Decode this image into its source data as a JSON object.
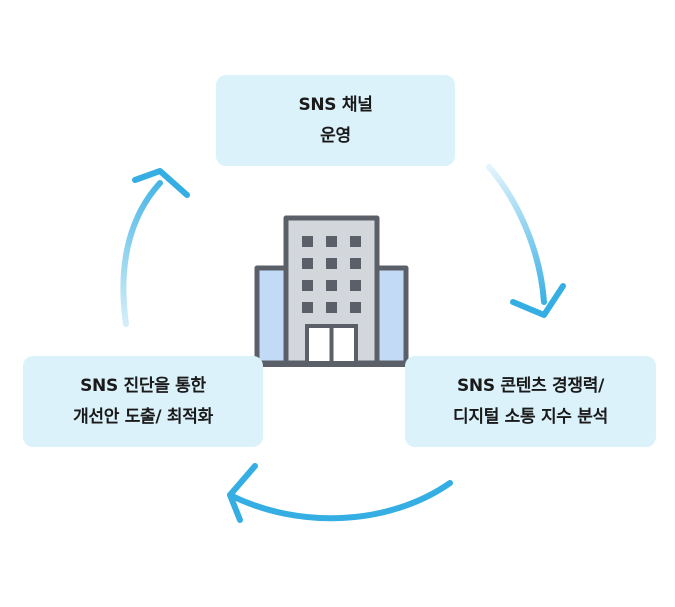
{
  "cycle": {
    "steps": [
      {
        "line1": "SNS 채널",
        "line2": "운영"
      },
      {
        "line1": "SNS 콘텐츠 경쟁력/",
        "line2": "디지털 소통 지수 분석"
      },
      {
        "line1": "SNS 진단을 통한",
        "line2": "개선안 도출/ 최적화"
      }
    ],
    "center_icon": "office-building-icon"
  },
  "colors": {
    "box_fill": "#dcf2fb",
    "arrow_strong": "#35aee3",
    "arrow_light": "#d4eef9",
    "building_outline": "#5b6068",
    "building_body": "#d3d6db",
    "building_wings": "#c3daf7",
    "building_windows": "#5b6068"
  }
}
